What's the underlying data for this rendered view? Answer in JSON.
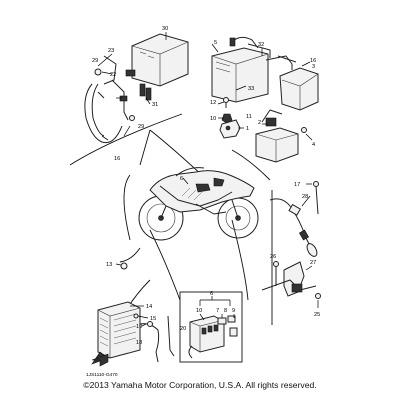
{
  "diagram": {
    "callouts": {
      "c30": "30",
      "c23": "23",
      "c29a": "29",
      "c22": "22",
      "c31": "31",
      "c29b": "29",
      "c16a": "16",
      "c5": "5",
      "c32": "32",
      "c3": "3",
      "c16b": "16",
      "c33": "33",
      "c12": "12",
      "c10": "10",
      "c1": "1",
      "c2": "2",
      "c11": "11",
      "c4": "4",
      "c17": "17",
      "c28": "28",
      "c13": "13",
      "c26": "26",
      "c27": "27",
      "c25": "25",
      "c14": "14",
      "c15": "15",
      "c19": "19",
      "c18": "18",
      "c6": "6",
      "c20": "20",
      "c7": "7",
      "c8": "8",
      "c9": "9"
    },
    "figure_code": "1JS1110-G470",
    "copyright": "©2013 Yamaha Motor Corporation, U.S.A. All rights reserved."
  }
}
